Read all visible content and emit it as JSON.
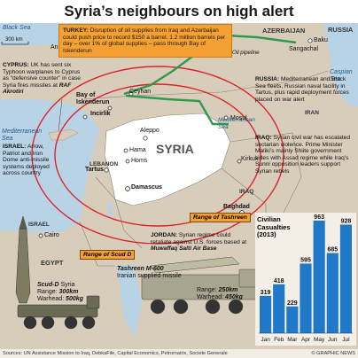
{
  "title": "Syria’s neighbours on high alert",
  "scale": "300 km",
  "seas": {
    "black_sea": "Black Sea",
    "caspian_sea": "Caspian Sea",
    "mediterranean_sea": "Mediterranean Sea"
  },
  "countries": {
    "russia": "RUSSIA",
    "azerbaijan": "AZERBAIJAN",
    "lebanon": "LEBANON",
    "syria": "SYRIA",
    "iraq": "IRAQ",
    "iran": "IRAN",
    "israel": "ISRAEL",
    "jordan": "JORDAN",
    "egypt": "EGYPT",
    "cyprus": "CYPRUS",
    "turkey": "TURKEY"
  },
  "cities": {
    "ankara": "Ankara",
    "baku": "Baku",
    "sangachal": "Sangachal",
    "ceyhan": "Ceyhan",
    "bay_of_iskenderun": "Bay of Iskenderun",
    "incirlik": "Incirlik",
    "aleppo": "Aleppo",
    "hama": "Hama",
    "homs": "Homs",
    "tartus": "Tartus",
    "damascus": "Damascus",
    "mosul": "Mosul",
    "kirkuk": "Kirkuk",
    "baghdad": "Baghdad",
    "cairo": "Cairo"
  },
  "oil_pipeline_label": "Oil pipeline",
  "boxes": {
    "turkey": {
      "head": "TURKEY:",
      "body": "Disruption of oil supplies from Iraq and Azerbaijan could push price to record $150 a barrel. 1.2 million barrels per day – over 1% of global supplies – pass through Bay of Iskenderun"
    },
    "cyprus": {
      "head": "CYPRUS:",
      "body": "UK has sent six Typhoon warplanes to Cyprus as “defensive counter” in case Syria fires missiles at",
      "tail": "RAF Akrotiri"
    },
    "israel": {
      "head": "ISRAEL:",
      "body": "Arrow, Patriot and Iron Dome anti-missile systems deployed across country"
    },
    "russia": {
      "head": "RUSSIA:",
      "body": "Mediterranean and Black Sea fleets, Russian naval facility in Tartus, plus rapid deployment forces placed on war alert"
    },
    "iraq": {
      "head": "IRAQ:",
      "body": "Syrian civil war has escalated sectarian violence. Prime Minister Maliki’s mainly Shiite government sides with Assad regime while Iraq’s Sunni opposition leaders support Syrian rebels"
    },
    "jordan": {
      "head": "JORDAN:",
      "body": "Syrian regime could retaliate against U.S. forces based at",
      "tail": "Muwaffaq Salti Air Base"
    }
  },
  "tags": {
    "range_tashreen": "Range of Tashreen",
    "range_scud": "Range of Scud D"
  },
  "missiles": {
    "scud": {
      "name": "Scud-D",
      "origin": "Syria",
      "range_label": "Range:",
      "range": "300km",
      "warhead_label": "Warhead:",
      "warhead": "500kg"
    },
    "tashreen": {
      "name": "Tashreen M-600",
      "note": "Iranian supplied missile",
      "range_label": "Range:",
      "range": "250km",
      "warhead_label": "Warhead:",
      "warhead": "450kg"
    }
  },
  "chart_data": {
    "type": "bar",
    "title": "Civilian Casualties (2013)",
    "categories": [
      "Jan",
      "Feb",
      "Mar",
      "Apr",
      "May",
      "Jun",
      "Jul"
    ],
    "values": [
      319,
      418,
      229,
      595,
      963,
      685,
      928
    ],
    "bar_color": "#1f78c8"
  },
  "footer": {
    "sources": "Sources: UN Assistance Mission to Iraq, DebkaFile, Capital Economics, Petromatrix, Societe Generale",
    "credit": "© GRAPHIC NEWS"
  },
  "colors": {
    "sea": "#b9d3e6",
    "land": "#d8cdbb",
    "syria": "#ffffff",
    "pipeline": "#2f9a4c",
    "range_ring": "#d9232d",
    "accent": "#f5a033"
  }
}
